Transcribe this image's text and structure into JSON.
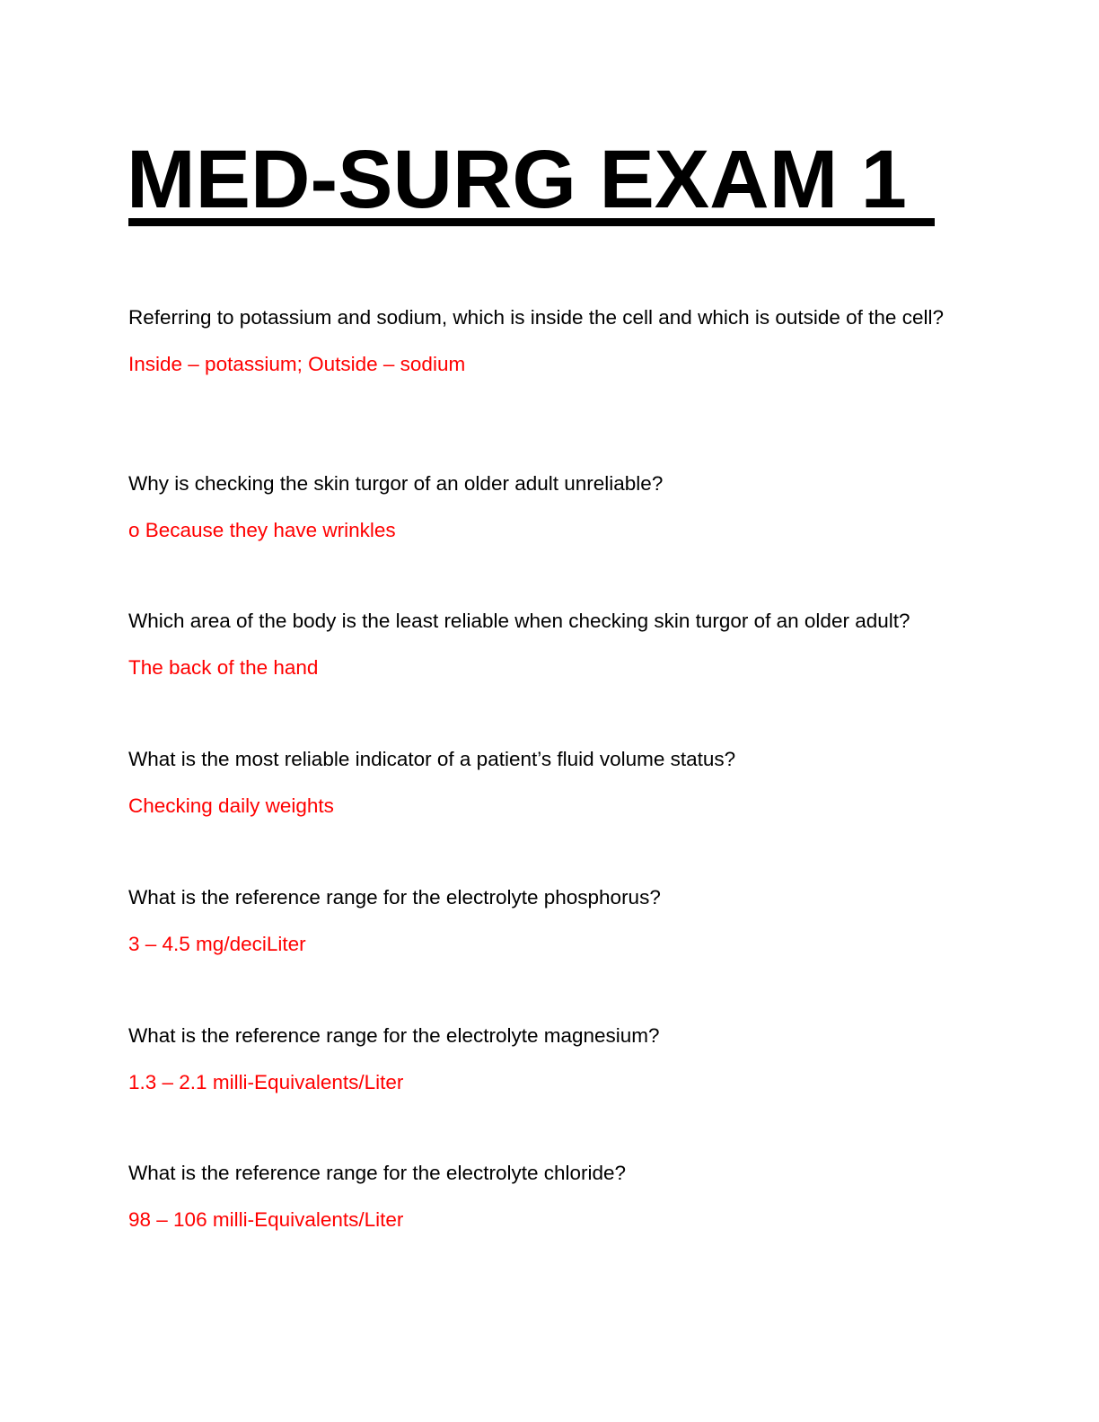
{
  "document": {
    "title": "MED-SURG EXAM 1",
    "colors": {
      "question": "#000000",
      "answer": "#ff0000"
    },
    "items": [
      {
        "question": "Referring to potassium and sodium, which is inside the cell and which is outside of the cell?",
        "answer": "Inside – potassium; Outside – sodium"
      },
      {
        "question": "Why is checking the skin turgor of an older adult unreliable?",
        "answer": "o Because they have wrinkles"
      },
      {
        "question": "Which area of the body is the least reliable when checking skin turgor of an older adult?",
        "answer": "The back of the hand"
      },
      {
        "question": "What is the most reliable indicator of a patient’s fluid volume status?",
        "answer": "Checking daily weights"
      },
      {
        "question": "What is the reference range for the electrolyte phosphorus?",
        "answer": "3 – 4.5 mg/deciLiter"
      },
      {
        "question": "What is the reference range for the electrolyte magnesium?",
        "answer": "1.3 – 2.1 milli-Equivalents/Liter"
      },
      {
        "question": "What is the reference range for the electrolyte chloride?",
        "answer": "98 – 106 milli-Equivalents/Liter"
      }
    ]
  }
}
